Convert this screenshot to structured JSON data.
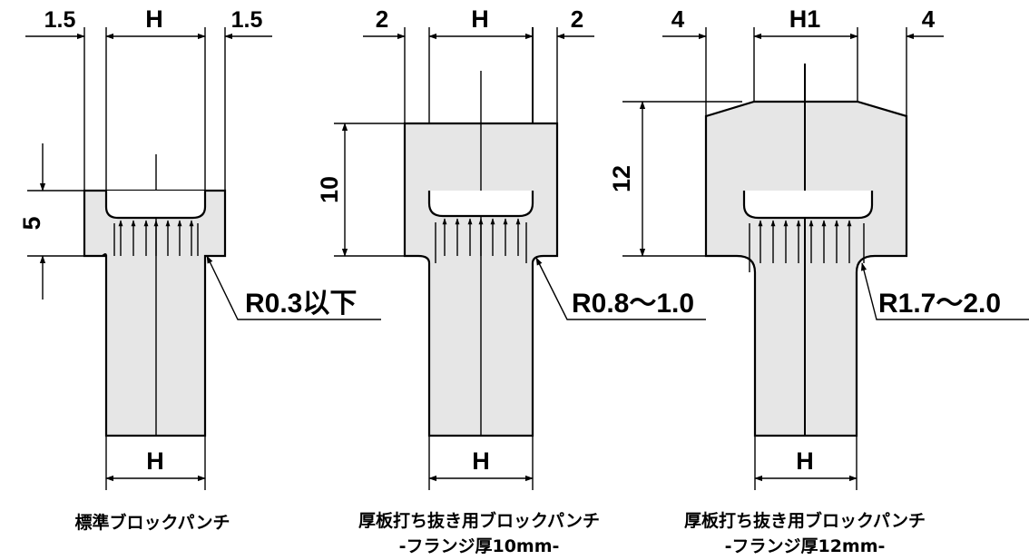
{
  "diagrams": [
    {
      "caption": "標準ブロックパンチ",
      "subcaption": "",
      "top_left": "1.5",
      "top_center": "H",
      "top_right": "1.5",
      "side_dim": "5",
      "radius_label": "R0.3以下",
      "bottom_dim": "H"
    },
    {
      "caption": "厚板打ち抜き用ブロックパンチ",
      "subcaption": "-フランジ厚10mm-",
      "top_left": "2",
      "top_center": "H",
      "top_right": "2",
      "side_dim": "10",
      "radius_label": "R0.8～1.0",
      "bottom_dim": "H"
    },
    {
      "caption": "厚板打ち抜き用ブロックパンチ",
      "subcaption": "-フランジ厚12mm-",
      "top_left": "4",
      "top_center": "H1",
      "top_right": "4",
      "side_dim": "12",
      "radius_label": "R1.7～2.0",
      "bottom_dim": "H"
    }
  ]
}
